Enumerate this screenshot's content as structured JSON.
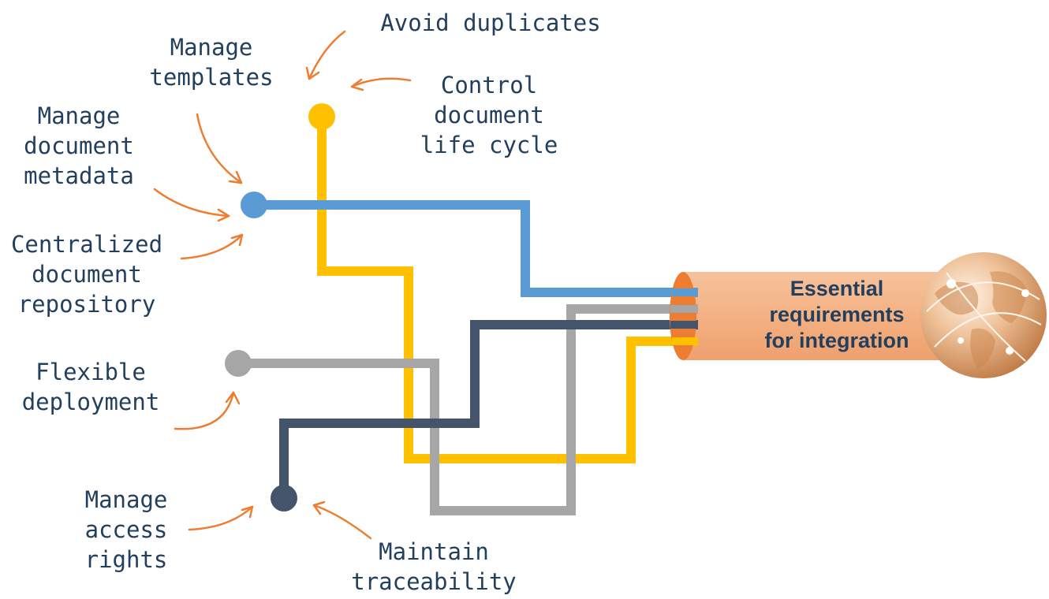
{
  "colors": {
    "blue": "#5b9bd5",
    "yellow": "#ffc000",
    "gray": "#a6a6a6",
    "navy": "#44546a",
    "tube": "#f4b183",
    "tube_end": "#ed7d31",
    "arrow": "#ed7d31",
    "text": "#233f5e",
    "globe": "#e8b58a"
  },
  "hub": {
    "label": "Essential\nrequirements\nfor integration",
    "icon": "globe-icon"
  },
  "nodes": [
    {
      "id": "yellow",
      "color": "yellow",
      "requirements": [
        "Avoid duplicates",
        "Control document life cycle"
      ]
    },
    {
      "id": "blue",
      "color": "blue",
      "requirements": [
        "Manage templates",
        "Manage document metadata",
        "Centralized document repository"
      ]
    },
    {
      "id": "gray",
      "color": "gray",
      "requirements": [
        "Flexible deployment"
      ]
    },
    {
      "id": "navy",
      "color": "navy",
      "requirements": [
        "Manage access rights",
        "Maintain traceability"
      ]
    }
  ],
  "labels": {
    "avoid_duplicates": "Avoid duplicates",
    "manage_templates": "Manage\ntemplates",
    "control_life_cycle": "Control\ndocument\nlife cycle",
    "manage_metadata": "Manage\ndocument\nmetadata",
    "centralized_repository": "Centralized\ndocument\nrepository",
    "flexible_deployment": "Flexible\ndeployment",
    "manage_access_rights": "Manage\naccess\nrights",
    "maintain_traceability": "Maintain\ntraceability"
  }
}
